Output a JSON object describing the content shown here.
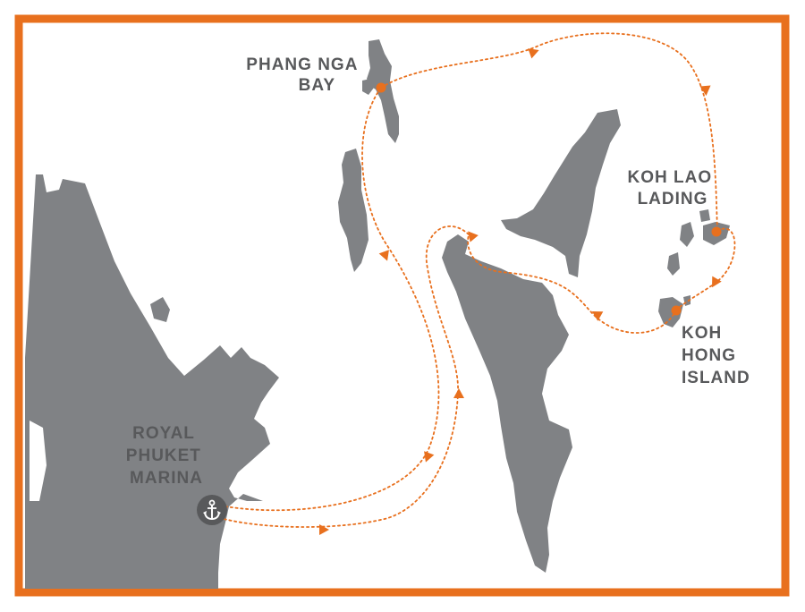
{
  "map": {
    "colors": {
      "border": "#e8701e",
      "land": "#808285",
      "route": "#e8701e",
      "label": "#58595b",
      "marina_badge": "#58595b",
      "background": "#ffffff"
    },
    "locations": [
      {
        "id": "phang-nga-bay",
        "label_lines": [
          "PHANG NGA",
          "BAY"
        ],
        "marker": "orange-dot"
      },
      {
        "id": "koh-lao-lading",
        "label_lines": [
          "KOH LAO",
          "LADING"
        ],
        "marker": "orange-dot"
      },
      {
        "id": "koh-hong-island",
        "label_lines": [
          "KOH",
          "HONG",
          "ISLAND"
        ],
        "marker": "orange-dot"
      },
      {
        "id": "royal-phuket-marina",
        "label_lines": [
          "ROYAL",
          "PHUKET",
          "MARINA"
        ],
        "marker": "anchor-icon"
      }
    ],
    "route_style": "dotted-with-arrows"
  }
}
